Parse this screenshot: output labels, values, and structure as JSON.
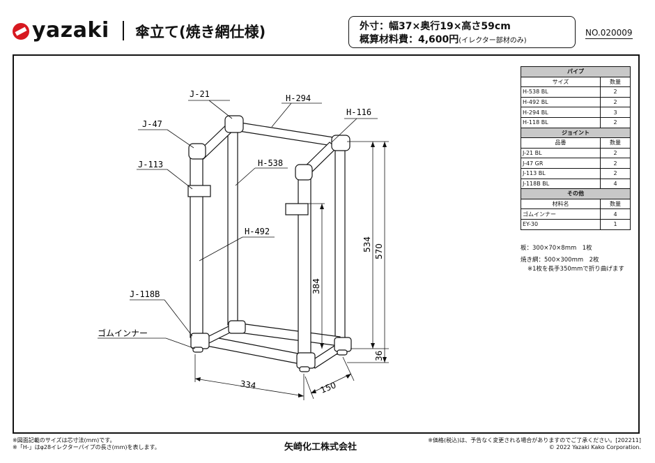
{
  "brand": {
    "logo_text": "yazaki"
  },
  "title": "傘立て(焼き網仕様)",
  "spec": {
    "dimensions": "外寸：幅37×奥行19×高さ59cm",
    "cost": "概算材料費：4,600円",
    "cost_note": "(イレクター部材のみ)"
  },
  "doc_number": "NO.020009",
  "drawing": {
    "labels": {
      "j21": "J-21",
      "h294": "H-294",
      "h116": "H-116",
      "j47": "J-47",
      "h538": "H-538",
      "j113": "J-113",
      "h492": "H-492",
      "j118b": "J-118B",
      "rubber": "ゴムインナー"
    },
    "dimensions": {
      "d534": "534",
      "d570": "570",
      "d384": "384",
      "d36": "36",
      "d334": "334",
      "d150": "150"
    }
  },
  "parts_table": {
    "pipe": {
      "header": "パイプ",
      "col_name": "サイズ",
      "col_qty": "数量",
      "rows": [
        {
          "name": "H-538 BL",
          "qty": "2"
        },
        {
          "name": "H-492 BL",
          "qty": "2"
        },
        {
          "name": "H-294 BL",
          "qty": "3"
        },
        {
          "name": "H-118 BL",
          "qty": "2"
        }
      ]
    },
    "joint": {
      "header": "ジョイント",
      "col_name": "品番",
      "col_qty": "数量",
      "rows": [
        {
          "name": "J-21 BL",
          "qty": "2"
        },
        {
          "name": "J-47 GR",
          "qty": "2"
        },
        {
          "name": "J-113 BL",
          "qty": "2"
        },
        {
          "name": "J-118B BL",
          "qty": "4"
        }
      ]
    },
    "other": {
      "header": "その他",
      "col_name": "材料名",
      "col_qty": "数量",
      "rows": [
        {
          "name": "ゴムインナー",
          "qty": "4"
        },
        {
          "name": "EY-30",
          "qty": "1"
        }
      ]
    }
  },
  "notes": {
    "board": "板：300×70×8mm　1枚",
    "grill": "焼き網：500×300mm　2枚",
    "grill_note": "※1枚を長手350mmで折り曲げます"
  },
  "footer": {
    "left1": "※図面記載のサイズは芯寸法(mm)です。",
    "left2": "※「H-」はφ28イレクターパイプの長さ(mm)を表します。",
    "center": "矢崎化工株式会社",
    "right1": "※価格(税込)は、予告なく変更される場合がありますのでご了承ください。[202211]",
    "right2": "© 2022 Yazaki Kako  Corporation."
  }
}
